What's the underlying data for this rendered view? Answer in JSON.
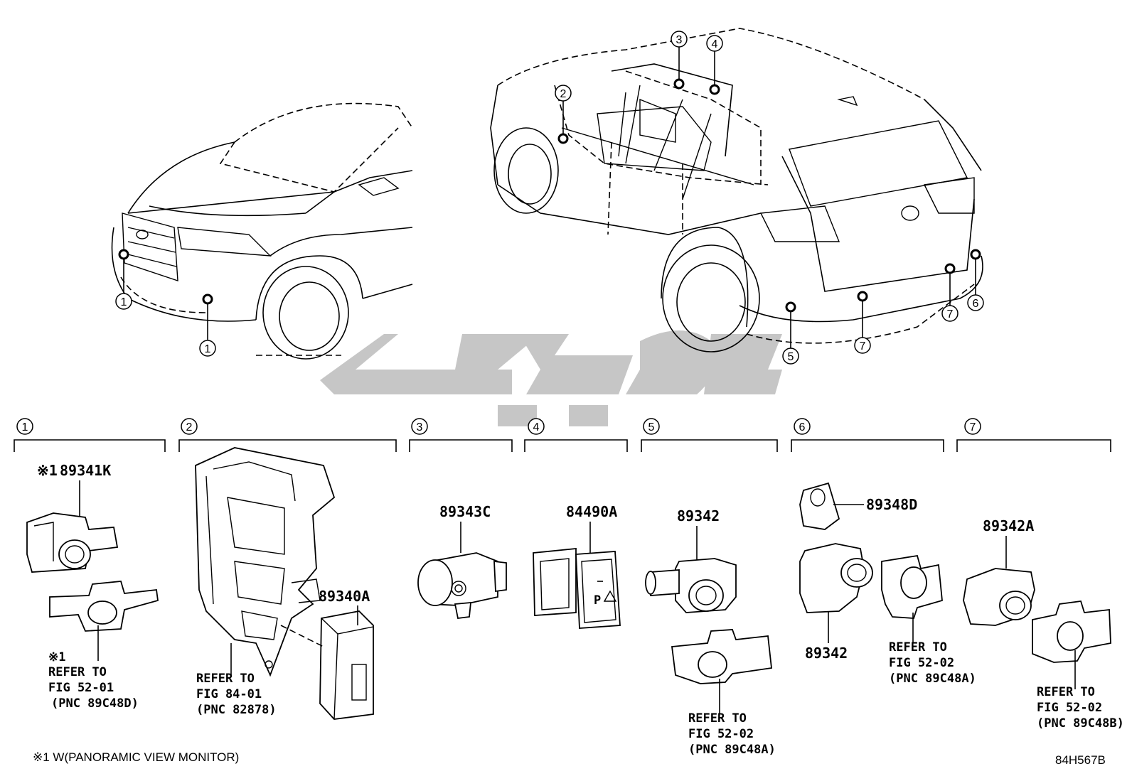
{
  "callouts": {
    "c1": "1",
    "c2": "2",
    "c3": "3",
    "c4": "4",
    "c5": "5",
    "c6": "6",
    "c7": "7"
  },
  "sections": [
    {
      "num": "1"
    },
    {
      "num": "2"
    },
    {
      "num": "3"
    },
    {
      "num": "4"
    },
    {
      "num": "5"
    },
    {
      "num": "6"
    },
    {
      "num": "7"
    }
  ],
  "parts": {
    "s1_mark": "※1",
    "s1_pn": "89341K",
    "s1_ref_mark": "※1",
    "s1_ref_1": "REFER TO",
    "s1_ref_2": "FIG 52-01",
    "s1_ref_3": "(PNC 89C48D)",
    "s2_pn": "89340A",
    "s2_ref_1": "REFER TO",
    "s2_ref_2": "FIG 84-01",
    "s2_ref_3": "(PNC 82878)",
    "s3_pn": "89343C",
    "s4_pn": "84490A",
    "s4_button_text": "P",
    "s5_pn": "89342",
    "s5_ref_1": "REFER TO",
    "s5_ref_2": "FIG 52-02",
    "s5_ref_3": "(PNC 89C48A)",
    "s6_pn_top": "89348D",
    "s6_pn_bottom": "89342",
    "s6_ref_1": "REFER TO",
    "s6_ref_2": "FIG 52-02",
    "s6_ref_3": "(PNC 89C48A)",
    "s7_pn": "89342A",
    "s7_ref_1": "REFER TO",
    "s7_ref_2": "FIG 52-02",
    "s7_ref_3": "(PNC 89C48B)"
  },
  "footnote": "※1 W(PANORAMIC VIEW MONITOR)",
  "figure_code": "84H567B",
  "colors": {
    "line": "#000000",
    "watermark": "#c8c8c8",
    "background": "#ffffff"
  }
}
